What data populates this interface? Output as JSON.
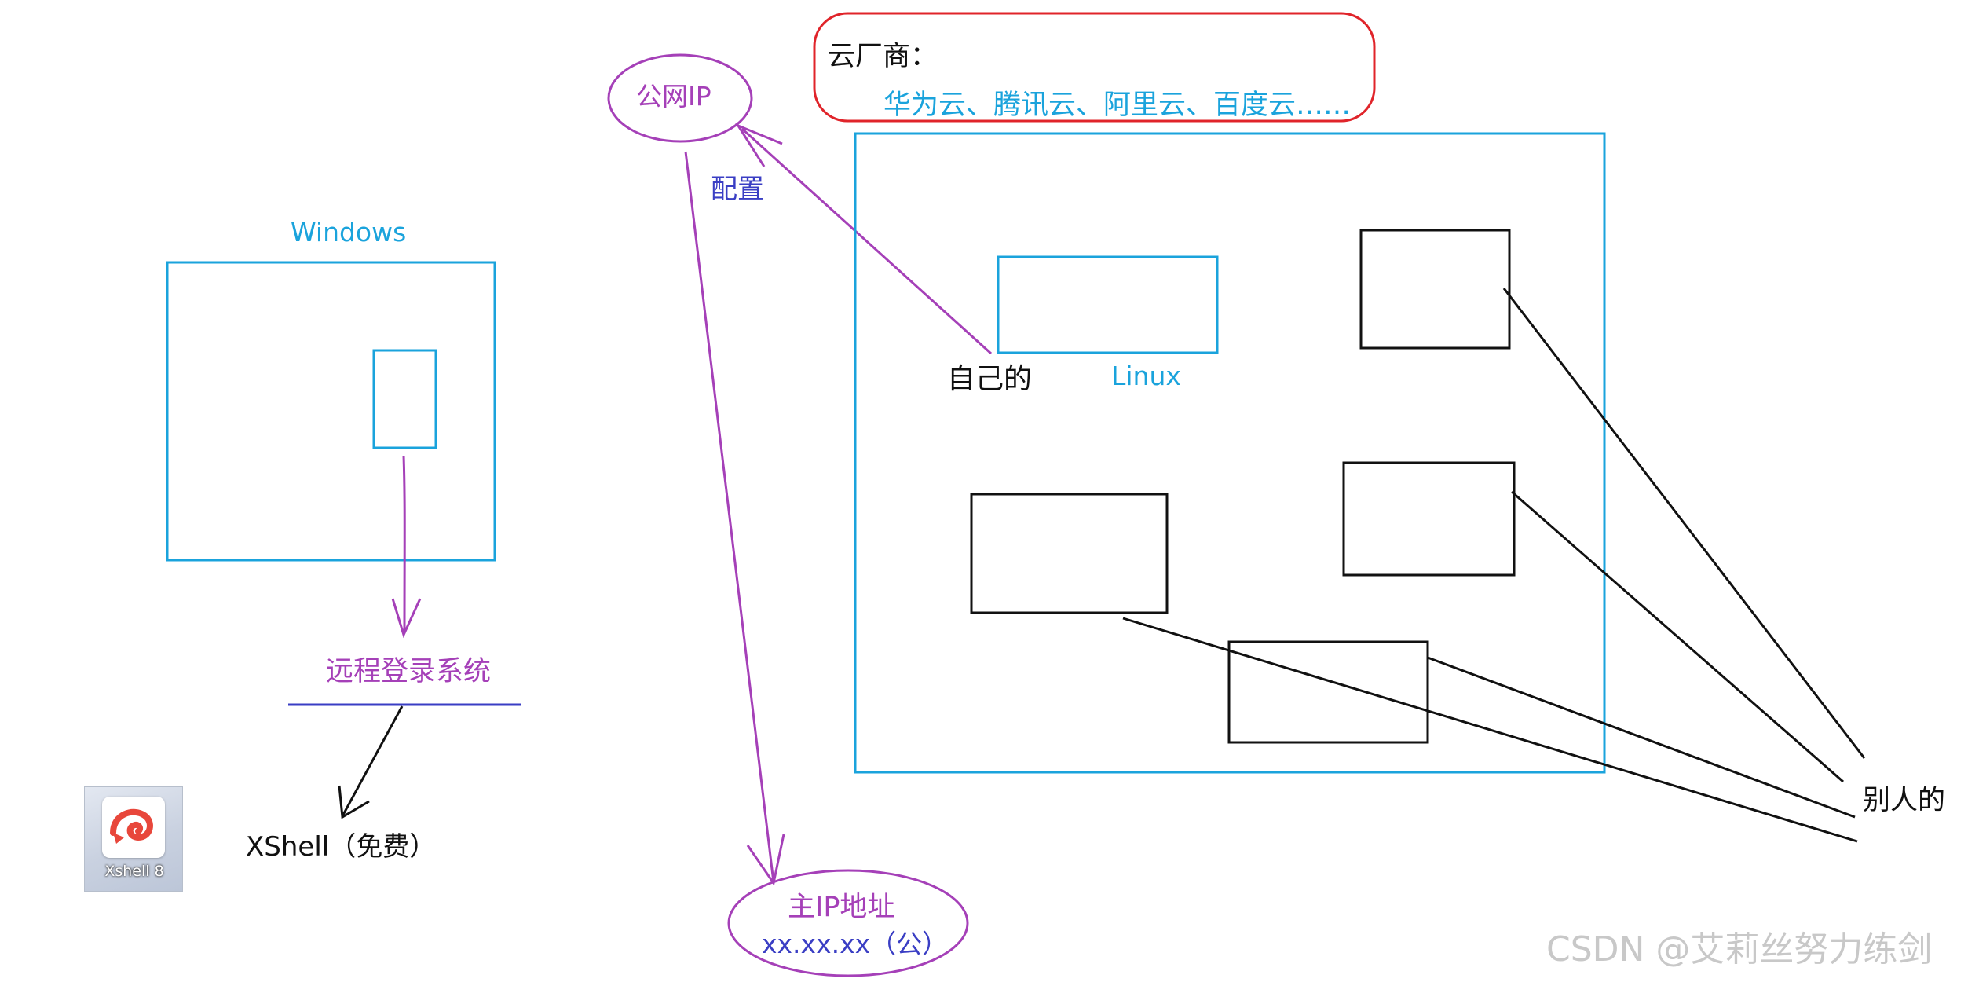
{
  "labels": {
    "windows": "Windows",
    "remote_login": "远程登录系统",
    "xshell": "XShell（免费）",
    "xshell_icon_caption": "Xshell 8",
    "public_ip": "公网IP",
    "config": "配置",
    "main_ip_line1": "主IP地址",
    "main_ip_line2": "xx.xx.xx（公）",
    "cloud_vendor_title": "云厂商：",
    "cloud_vendor_list": "华为云、腾讯云、阿里云、百度云……",
    "own": "自己的",
    "linux": "Linux",
    "others": "别人的",
    "watermark": "CSDN @艾莉丝努力练剑"
  },
  "colors": {
    "blue": "#1aa3dc",
    "purple": "#a540b8",
    "navy": "#3a3ec4",
    "red": "#e0242a",
    "black": "#111111"
  },
  "icons": {
    "app_icon": "xshell-shell-icon"
  }
}
